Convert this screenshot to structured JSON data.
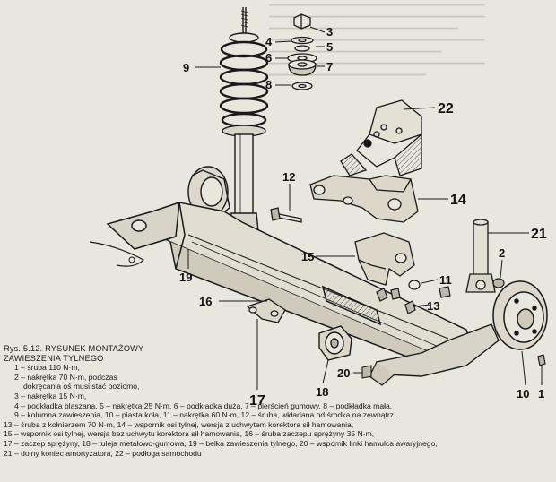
{
  "callouts": {
    "n1": "1",
    "n2": "2",
    "n3": "3",
    "n4": "4",
    "n5": "5",
    "n6": "6",
    "n7": "7",
    "n8": "8",
    "n9": "9",
    "n10": "10",
    "n11": "11",
    "n12": "12",
    "n13": "13",
    "n14": "14",
    "n15": "15",
    "n16": "16",
    "n17": "17",
    "n18": "18",
    "n19": "19",
    "n20": "20",
    "n21": "21",
    "n22": "22"
  },
  "caption": {
    "title_line1": "Rys. 5.12. RYSUNEK MONTAŻOWY",
    "title_line2": "ZAWIESZENIA TYLNEGO",
    "item1": "1 – śruba 110 N·m,",
    "item2a": "2 – nakrętka 70 N·m, podczas",
    "item2b": "dokręcania oś musi stać poziomo,",
    "item3": "3 – nakrętka 15 N·m,",
    "line4": "4 – podkładka blaszana, 5 – nakrętka 25 N·m, 6 – podkładka duża, 7 – pierścień gumowy, 8 – podkładka mała,",
    "line9": "9 – kolumna zawieszenia, 10 – piasta koła, 11 – nakrętka 60 N·m, 12 – śruba, wkładana od środka na zewnątrz,",
    "line13": "13 – śruba z kołnierzem 70 N·m, 14 – wspornik osi tylnej, wersja z uchwytem korektora sił hamowania,",
    "line15": "15 – wspornik osi tylnej, wersja bez uchwytu korektora sił hamowania, 16 – śruba zaczepu sprężyny 35 N·m,",
    "line17": "17 – zaczep sprężyny, 18 – tuleja metalowo-gumowa, 19 – belka zawieszenia tylnego, 20 – wspornik linki hamulca awaryjnego,",
    "line21": "21 – dolny koniec amortyzatora, 22 – podłoga samochodu"
  }
}
